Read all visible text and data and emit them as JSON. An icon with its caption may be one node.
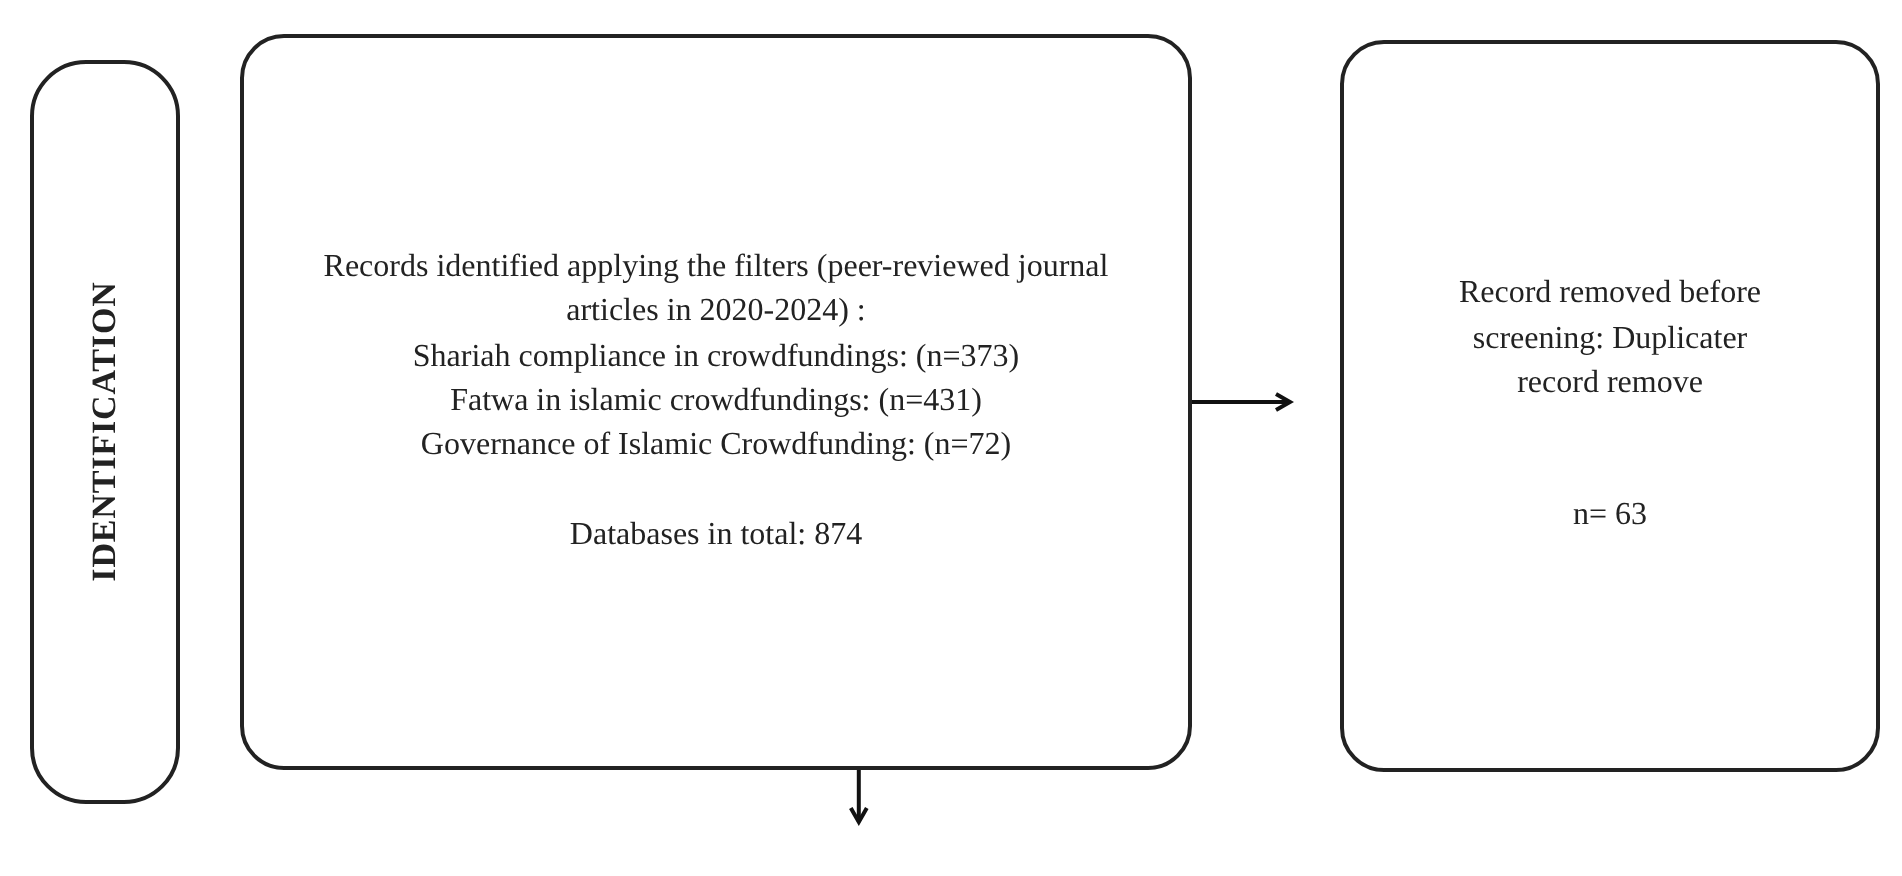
{
  "diagram": {
    "nodes": [
      {
        "text": [
          "IDENTIFICATION"
        ]
      },
      {
        "text": [
          "Records identified applying the filters (peer-reviewed journal articles in 2020-2024) :",
          "Shariah compliance in crowdfundings: (n=373)",
          "Fatwa in islamic crowdfundings: (n=431)",
          "Governance of Islamic Crowdfunding: (n=72)",
          "Databases in total: 874"
        ]
      },
      {
        "text": [
          "Record removed before screening: Duplicater record remove",
          "n= 63"
        ]
      }
    ],
    "edges": [
      {
        "from": 1,
        "to": 2,
        "arrow": "to"
      },
      {
        "from": 1,
        "to": null,
        "arrow": "to"
      }
    ]
  }
}
